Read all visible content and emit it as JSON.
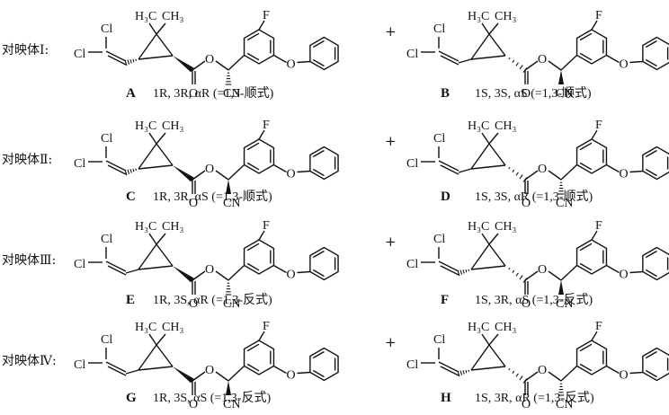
{
  "rows": [
    {
      "label": "对映体Ⅰ:",
      "plus": "+",
      "left": {
        "letter": "A",
        "config": "1R, 3R, αR (=1,3-顺式)"
      },
      "right": {
        "letter": "B",
        "config": "1S, 3S, αS (=1,3-顺式)"
      }
    },
    {
      "label": "对映体Ⅱ:",
      "plus": "+",
      "left": {
        "letter": "C",
        "config": "1R, 3R, αS (=1,3-顺式)"
      },
      "right": {
        "letter": "D",
        "config": "1S, 3S, αR (=1,3-顺式)"
      }
    },
    {
      "label": "对映体Ⅲ:",
      "plus": "+",
      "left": {
        "letter": "E",
        "config": "1R, 3S, αR (=1,3-反式)"
      },
      "right": {
        "letter": "F",
        "config": "1S, 3R, αS (=1,3-反式)"
      }
    },
    {
      "label": "对映体Ⅳ:",
      "plus": "+",
      "left": {
        "letter": "G",
        "config": "1R, 3S, αS (=1,3-反式)"
      },
      "right": {
        "letter": "H",
        "config": "1S, 3R, αR (=1,3-反式)"
      }
    }
  ],
  "atoms": {
    "cl": "Cl",
    "f": "F",
    "o": "O",
    "cn": "CN",
    "dimethyl_left": "H₃C",
    "dimethyl_right": "CH₃"
  }
}
